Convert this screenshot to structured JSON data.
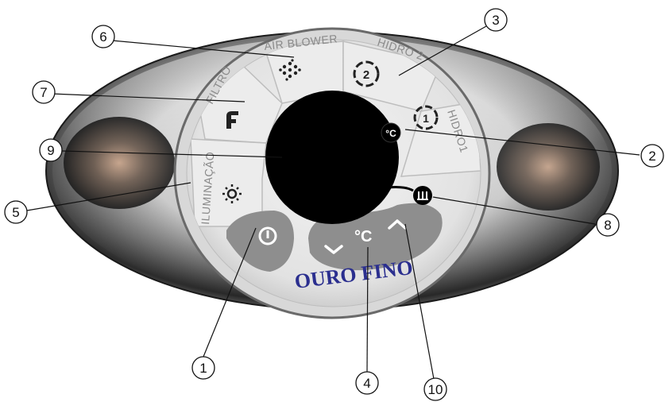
{
  "labels": {
    "air_blower": "AIR BLOWER",
    "hidro2": "HIDRO 2",
    "hidro1": "HIDRO1",
    "filtro": "FILTRO",
    "iluminacao": "ILUMINAÇÃO",
    "temp_unit": "°C",
    "brand": "OURO FINO"
  },
  "callouts": [
    {
      "number": "1"
    },
    {
      "number": "2"
    },
    {
      "number": "3"
    },
    {
      "number": "4"
    },
    {
      "number": "5"
    },
    {
      "number": "6"
    },
    {
      "number": "7"
    },
    {
      "number": "8"
    },
    {
      "number": "9"
    },
    {
      "number": "10"
    }
  ],
  "icons": {
    "power": "power-icon",
    "air_blower": "air-blower-icon",
    "hidro2": "hidro2-pump-icon",
    "hidro1": "hidro1-pump-icon",
    "filtro": "filter-icon",
    "iluminacao": "light-icon",
    "heater": "heater-icon",
    "down": "chevron-down-icon",
    "up": "chevron-up-icon"
  },
  "colors": {
    "panel_face": "#e8e8e8",
    "display": "#000000",
    "button_gray": "#8e8e8e",
    "brand_blue": "#2b2f8f"
  }
}
